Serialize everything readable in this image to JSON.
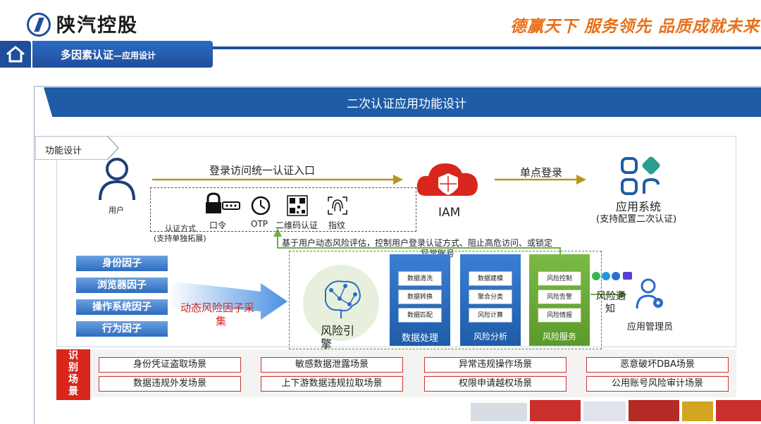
{
  "header": {
    "logo_text": "陕汽控股",
    "slogan": "德赢天下  服务领先  品质成就未来",
    "section_title_main": "多因素认证",
    "section_title_sub": "—应用设计"
  },
  "banner": {
    "title": "二次认证应用功能设计"
  },
  "function_tab": {
    "label": "功能设计"
  },
  "flow": {
    "user_label": "用户",
    "login_entry": "登录访问统一认证入口",
    "iam_label": "IAM",
    "sso_label": "单点登录",
    "app_system": "应用系统",
    "app_system_note": "(支持配置二次认证)",
    "auth_methods_label": "认证方式",
    "auth_methods_note": "(支持单独拓展)",
    "auth_methods": [
      "口令",
      "OTP",
      "二维码认证",
      "指纹"
    ],
    "risk_feedback_line1": "基于用户动态风险评估，控制用户登录认证方式、阻止高危访问、或锁定",
    "risk_feedback_line2": "异常账号"
  },
  "factors": {
    "items": [
      "身份因子",
      "浏览器因子",
      "操作系统因子",
      "行为因子"
    ],
    "collect_label_line1": "动态风险因子采",
    "collect_label_line2": "集"
  },
  "engine": {
    "label_line1": "风险引",
    "label_line2": "擎"
  },
  "columns": [
    {
      "title": "数据处理",
      "items": [
        "数据清洗",
        "数据转换",
        "数据匹配"
      ]
    },
    {
      "title": "风险分析",
      "items": [
        "数据建模",
        "聚合分类",
        "风险计算"
      ]
    },
    {
      "title": "风险服务",
      "items": [
        "风险控制",
        "风险告警",
        "风险情报"
      ]
    }
  ],
  "notify": {
    "label_line1": "风险通",
    "label_line2": "知",
    "admin_label": "应用管理员"
  },
  "scenes": {
    "label": [
      "识",
      "别",
      "场",
      "景"
    ],
    "items": [
      "身份凭证盗取场景",
      "敏感数据泄露场景",
      "异常违规操作场景",
      "恶意破坏DBA场景",
      "数据违规外发场景",
      "上下游数据违规拉取场景",
      "权限申请越权场景",
      "公用账号风险审计场景"
    ]
  },
  "colors": {
    "primary_blue": "#1f5ca8",
    "accent_orange": "#e8701a",
    "scene_red": "#d9261c",
    "engine_green": "#5a9a2c"
  }
}
